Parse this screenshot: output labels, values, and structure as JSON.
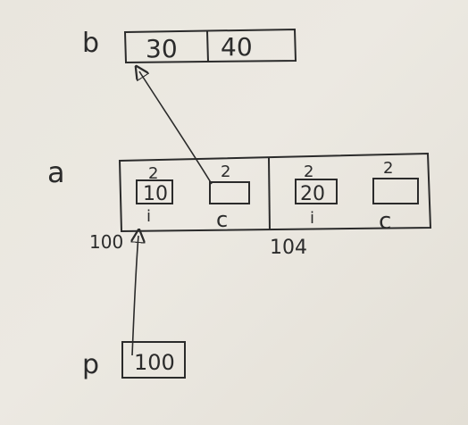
{
  "variables": {
    "b": {
      "name": "b",
      "values": [
        "30",
        "40"
      ]
    },
    "a": {
      "name": "a",
      "address": "100",
      "next_address": "104",
      "cells": [
        {
          "i_value": "10",
          "i_label": "i",
          "c_label": "c",
          "i_size": "2",
          "c_size": "2",
          "c_value": ""
        },
        {
          "i_value": "20",
          "i_label": "i",
          "c_label": "c",
          "i_size": "2",
          "c_size": "2",
          "c_value": ""
        }
      ]
    },
    "p": {
      "name": "p",
      "value": "100"
    }
  }
}
